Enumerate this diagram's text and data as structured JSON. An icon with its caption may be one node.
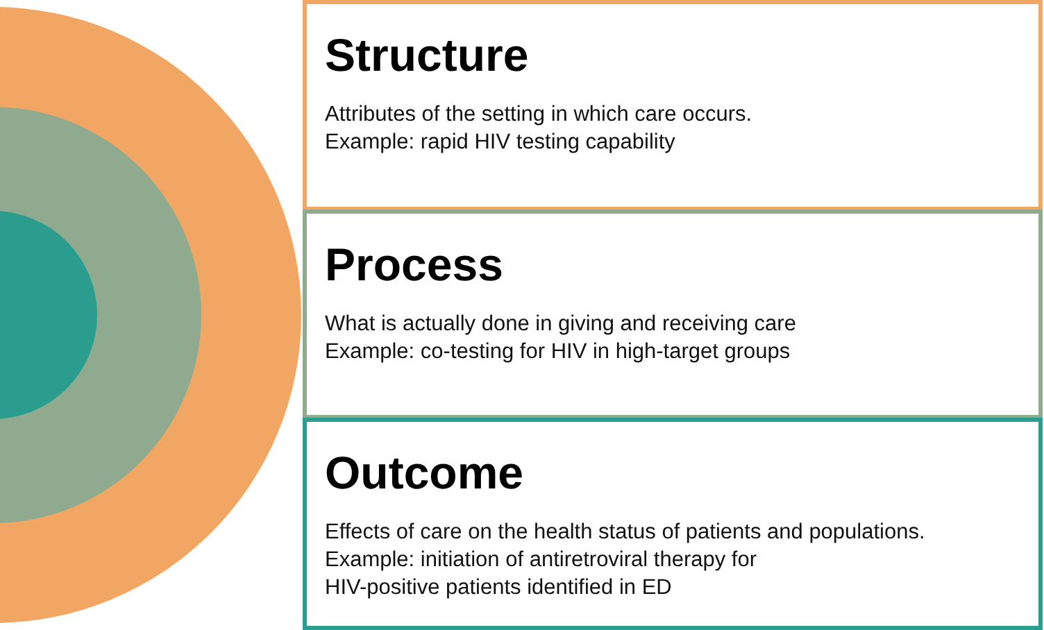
{
  "diagram": {
    "nodes": [
      {
        "text": [
          "Structure",
          "Attributes of the setting in which care occurs.",
          "Example: rapid HIV testing capability"
        ]
      },
      {
        "text": [
          "Process",
          "What is actually done in giving and receiving care",
          "Example: co-testing for HIV in high-target groups"
        ]
      },
      {
        "text": [
          "Outcome",
          "Effects of care on the health status of patients and populations.",
          "Example: initiation of antiretroviral therapy for HIV-positive patients identified in ED"
        ]
      }
    ]
  }
}
